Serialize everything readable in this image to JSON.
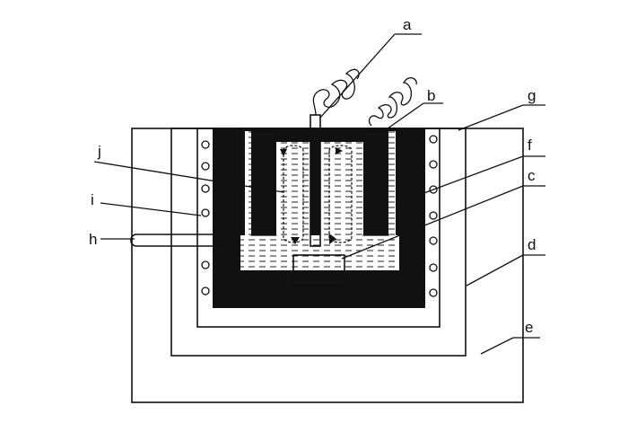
{
  "labels": {
    "a": "a",
    "b": "b",
    "c": "c",
    "d": "d",
    "e": "e",
    "f": "f",
    "g": "g",
    "h": "h",
    "i": "i",
    "j": "j"
  }
}
